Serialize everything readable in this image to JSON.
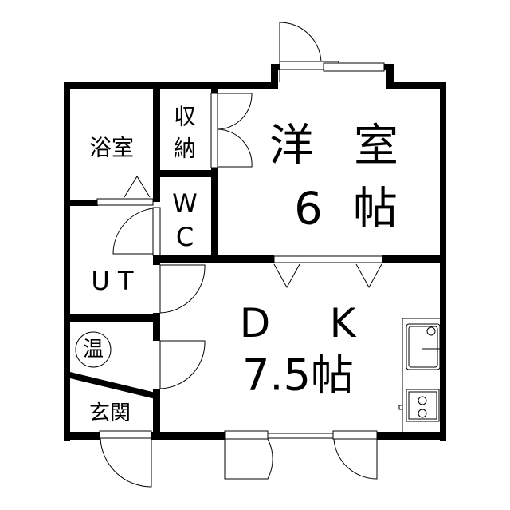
{
  "rooms": {
    "bathroom": {
      "label": "浴室"
    },
    "storage": {
      "label_top": "収",
      "label_bottom": "納"
    },
    "western_room": {
      "label_a": "洋",
      "label_b": "室",
      "size_number": "6",
      "size_unit": "帖"
    },
    "toilet": {
      "label_top": "W",
      "label_bottom": "C"
    },
    "utility": {
      "label": "U T"
    },
    "water_heater": {
      "label": "温"
    },
    "dining_kitchen": {
      "label_a": "D",
      "label_b": "K",
      "size": "7.5帖"
    },
    "entrance": {
      "label": "玄関"
    }
  },
  "colors": {
    "wall": "#000000",
    "background": "#ffffff"
  }
}
